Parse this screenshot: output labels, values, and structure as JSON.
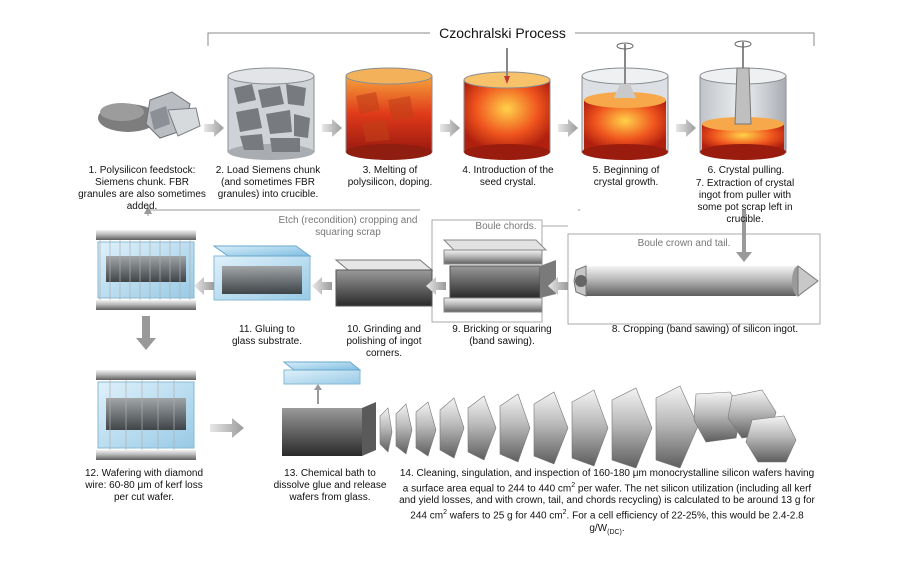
{
  "title": "Czochralski Process",
  "steps": {
    "s1": "1. Polysilicon feedstock: Siemens chunk. FBR granules are also sometimes added.",
    "s2": "2. Load Siemens chunk (and sometimes FBR granules) into crucible.",
    "s3": "3. Melting of polysilicon, doping.",
    "s4": "4. Introduction of the seed crystal.",
    "s5": "5. Beginning of crystal growth.",
    "s6": "6. Crystal pulling.",
    "s7": "7. Extraction of crystal ingot from puller with some pot scrap left in crucible.",
    "s8": "8. Cropping (band sawing) of silicon ingot.",
    "s9": "9. Bricking or squaring (band sawing).",
    "s10": "10. Grinding and polishing of ingot corners.",
    "s11": "11. Gluing to glass substrate.",
    "s12": "12. Wafering with diamond wire: 60-80 μm of kerf loss per cut wafer.",
    "s13": "13. Chemical bath to dissolve glue and release wafers from glass."
  },
  "step14": {
    "part1": "14. Cleaning, singulation, and inspection of 160-180 μm monocrystalline silicon wafers having a surface area equal to 244 to 440 cm",
    "sup1": "2",
    "part2": " per wafer.  The net silicon utilization (including all kerf and yield losses, and with crown, tail, and chords recycling) is calculated to be around 13 g for 244 cm",
    "sup2": "2",
    "part3": " wafers to 25 g for 440 cm",
    "sup3": "2",
    "part4": ".  For a cell efficiency of 22-25%, this would be 2.4-2.8 g/W",
    "sub1": "(DC)",
    "part5": "."
  },
  "notes": {
    "etch": "Etch (recondition) cropping and squaring scrap",
    "chords": "Boule chords.",
    "crown_tail": "Boule crown and tail."
  }
}
